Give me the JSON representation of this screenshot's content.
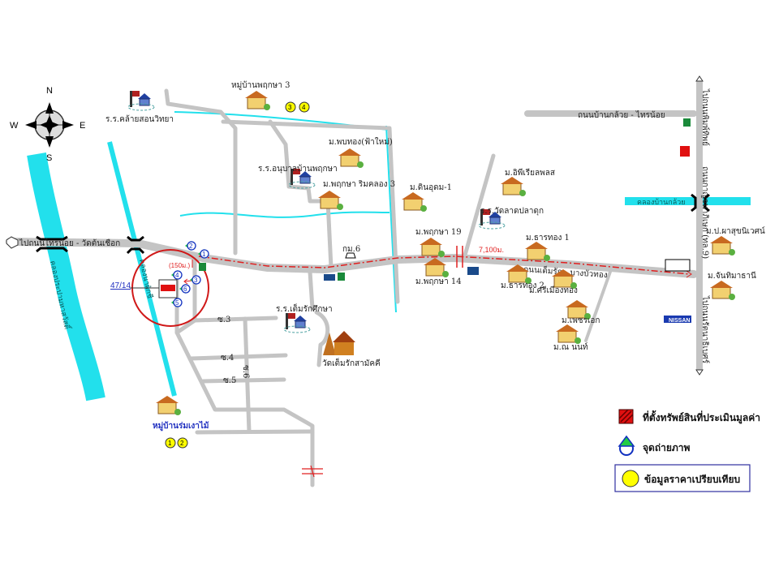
{
  "compass": {
    "n": "N",
    "s": "S",
    "e": "E",
    "w": "W"
  },
  "roads": {
    "main_west": "ไปถนนไทรน้อย - วัดต้นเชือก",
    "main_east": "ถนนเต็มรัก - บางบัวทอง",
    "top_road": "ถนนบ้านกล้วย - ไทรน้อย",
    "vertical_north": "ไปถนนพิมพ์ทิพย์",
    "vertical_mid": "ถนนกาญจนาภิเษก (ทล.9)",
    "vertical_south": "ไปถนนรัตนาธิเบศร์",
    "soi3": "ซ.3",
    "soi4": "ซ.4",
    "soi5": "ซ.5",
    "soi_v": "ซ.6",
    "distance_main": "7,100ม.",
    "distance_short": "(150ม.)",
    "km_marker": "กม.6"
  },
  "canals": {
    "left": "คลองประปามหาสวัสดิ์",
    "mid": "คลองนาผักชี",
    "right": "คลองบ้านกล้วย"
  },
  "property": {
    "id": "47/14"
  },
  "places": [
    {
      "name": "ร.ร.คล้ายสอนวิทยา"
    },
    {
      "name": "หมู่บ้านพฤกษา 3"
    },
    {
      "name": "ม.พบทอง(ฟ้าใหม่)"
    },
    {
      "name": "ร.ร.อนุบาลบ้านพฤกษา"
    },
    {
      "name": "ม.พฤกษา ริมคลอง 3"
    },
    {
      "name": "ม.ดินอุดม-1"
    },
    {
      "name": "ม.อิพีเรียลพลส"
    },
    {
      "name": "ร.ร.วัดลาดปลาดุก"
    },
    {
      "name": "ม.พฤกษา 19"
    },
    {
      "name": "ม.พฤกษา 14"
    },
    {
      "name": "ม.ธารทอง 1"
    },
    {
      "name": "ม.ธารทอง 2"
    },
    {
      "name": "ม.ศรีเมืองทอง"
    },
    {
      "name": "ม.เพชรเอก"
    },
    {
      "name": "ม.ณ นนท์"
    },
    {
      "name": "ม.ป.ผาสุขนิเวศน์"
    },
    {
      "name": "ม.จันทิมาธานี"
    },
    {
      "name": "ร.ร.เต็มรักศึกษา"
    },
    {
      "name": "วัดเต็มรักสามัคคี"
    },
    {
      "name": "หมู่บ้านร่มเงาไม้"
    }
  ],
  "comparables": {
    "a": "1",
    "b": "2",
    "c": "3",
    "d": "4"
  },
  "photo_points": [
    "1",
    "2",
    "3",
    "4",
    "5",
    "6"
  ],
  "logos": {
    "nissan": "NISSAN"
  },
  "legend": {
    "property": "ที่ตั้งทรัพย์สินที่ประเมินมูลค่า",
    "photo": "จุดถ่ายภาพ",
    "comparable": "ข้อมูลราคาเปรียบเทียบ"
  },
  "colors": {
    "road": "#c4c4c4",
    "canal": "#22e0ec",
    "route": "#e02020",
    "photo": "#1030c0",
    "comparable": "#ffff00"
  }
}
